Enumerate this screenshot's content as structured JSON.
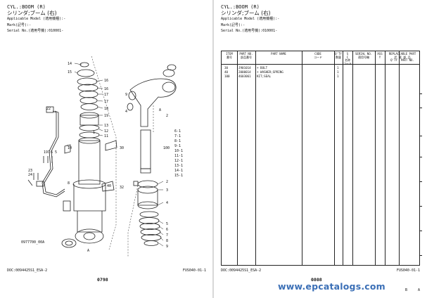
{
  "left_page": {
    "title_en": "CYL.:BOOM (R)",
    "title_jp": "シリンダ;ブーム (右)",
    "meta": [
      "Applicable Model (適用機種):-",
      "Mark(記号):-",
      "Serial No.(適用号機):010001-"
    ],
    "drawing_no": "0977700_00A",
    "footer_left": "DOC:0094425S1_ESA-2",
    "footer_right": "FUS040-01-1",
    "page_no": "0798",
    "callouts": [
      "14",
      "15",
      "16",
      "16",
      "17",
      "17",
      "18",
      "19",
      "13",
      "12",
      "11",
      "10",
      "9",
      "4",
      "A",
      "2",
      "6-1",
      "7-1",
      "8-1",
      "9-1",
      "100",
      "10-1",
      "11-1",
      "12-1",
      "13-1",
      "14-1",
      "15-1",
      "22",
      "23",
      "24",
      "19",
      "7",
      "6",
      "5",
      "8",
      "1",
      "40",
      "30",
      "32",
      "2",
      "3",
      "4",
      "5",
      "6",
      "7",
      "8",
      "9"
    ]
  },
  "right_page": {
    "title_en": "CYL.:BOOM (R)",
    "title_jp": "シリンダ;ブーム (右)",
    "meta": [
      "Applicable Model (適用機種):-",
      "Mark(記号):-",
      "Serial No.(適用号機):010001-"
    ],
    "table": {
      "headers": [
        "ITEM\n番号",
        "PART NO.\n部品番号",
        "PART NAME",
        "CODE\nコード",
        "Q'TY\n数量",
        "S\nC\n名称\nコード",
        "SERIAL NO.\n適用号機",
        "ASS\nY",
        "REPLACEABLE PART\n代 替 部 品\nQ'TY  PART NO."
      ],
      "rows": [
        {
          "item": "30",
          "part_no": "J901014",
          "name": "+ BOLT",
          "qty": "1"
        },
        {
          "item": "40",
          "part_no": "2000014",
          "name": "+ WASHER;SPRING",
          "qty": "1"
        },
        {
          "item": "100",
          "part_no": "4603061",
          "name": "KIT;SEAL",
          "qty": "1"
        }
      ]
    },
    "footer_left": "DOC:0094425S1_ESA-2",
    "footer_right": "FUS040-01-1",
    "page_no": "0808",
    "side_marks": [
      "B",
      "A"
    ]
  },
  "watermark": "www.epcatalogs.com"
}
